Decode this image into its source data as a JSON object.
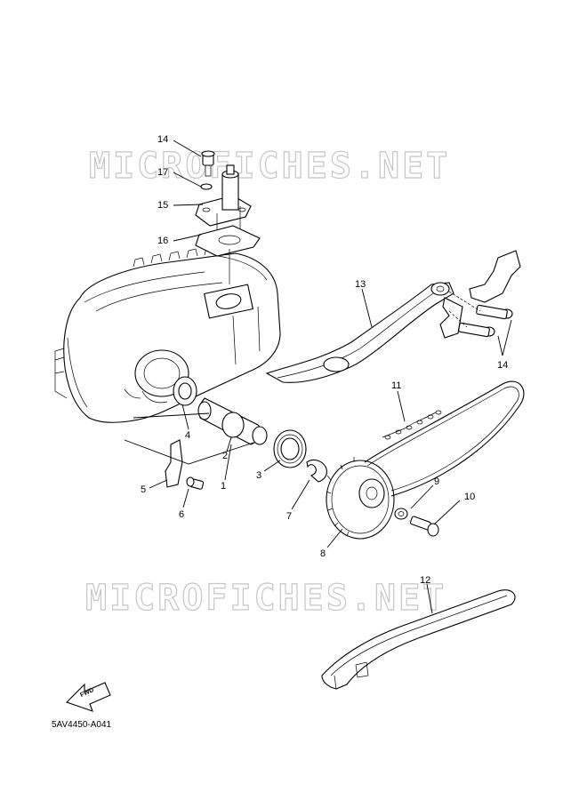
{
  "watermark": "MICROFICHES.NET",
  "diagram_code": "5AV4450-A041",
  "fwd_label": "FWD",
  "callouts": [
    {
      "id": "c14a",
      "text": "14"
    },
    {
      "id": "c17",
      "text": "17"
    },
    {
      "id": "c15",
      "text": "15"
    },
    {
      "id": "c16",
      "text": "16"
    },
    {
      "id": "c13",
      "text": "13"
    },
    {
      "id": "c14b",
      "text": "14"
    },
    {
      "id": "c11",
      "text": "11"
    },
    {
      "id": "c4",
      "text": "4"
    },
    {
      "id": "c2",
      "text": "2"
    },
    {
      "id": "c1",
      "text": "1"
    },
    {
      "id": "c3",
      "text": "3"
    },
    {
      "id": "c5",
      "text": "5"
    },
    {
      "id": "c6",
      "text": "6"
    },
    {
      "id": "c7",
      "text": "7"
    },
    {
      "id": "c9",
      "text": "9"
    },
    {
      "id": "c10",
      "text": "10"
    },
    {
      "id": "c8",
      "text": "8"
    },
    {
      "id": "c12",
      "text": "12"
    }
  ]
}
